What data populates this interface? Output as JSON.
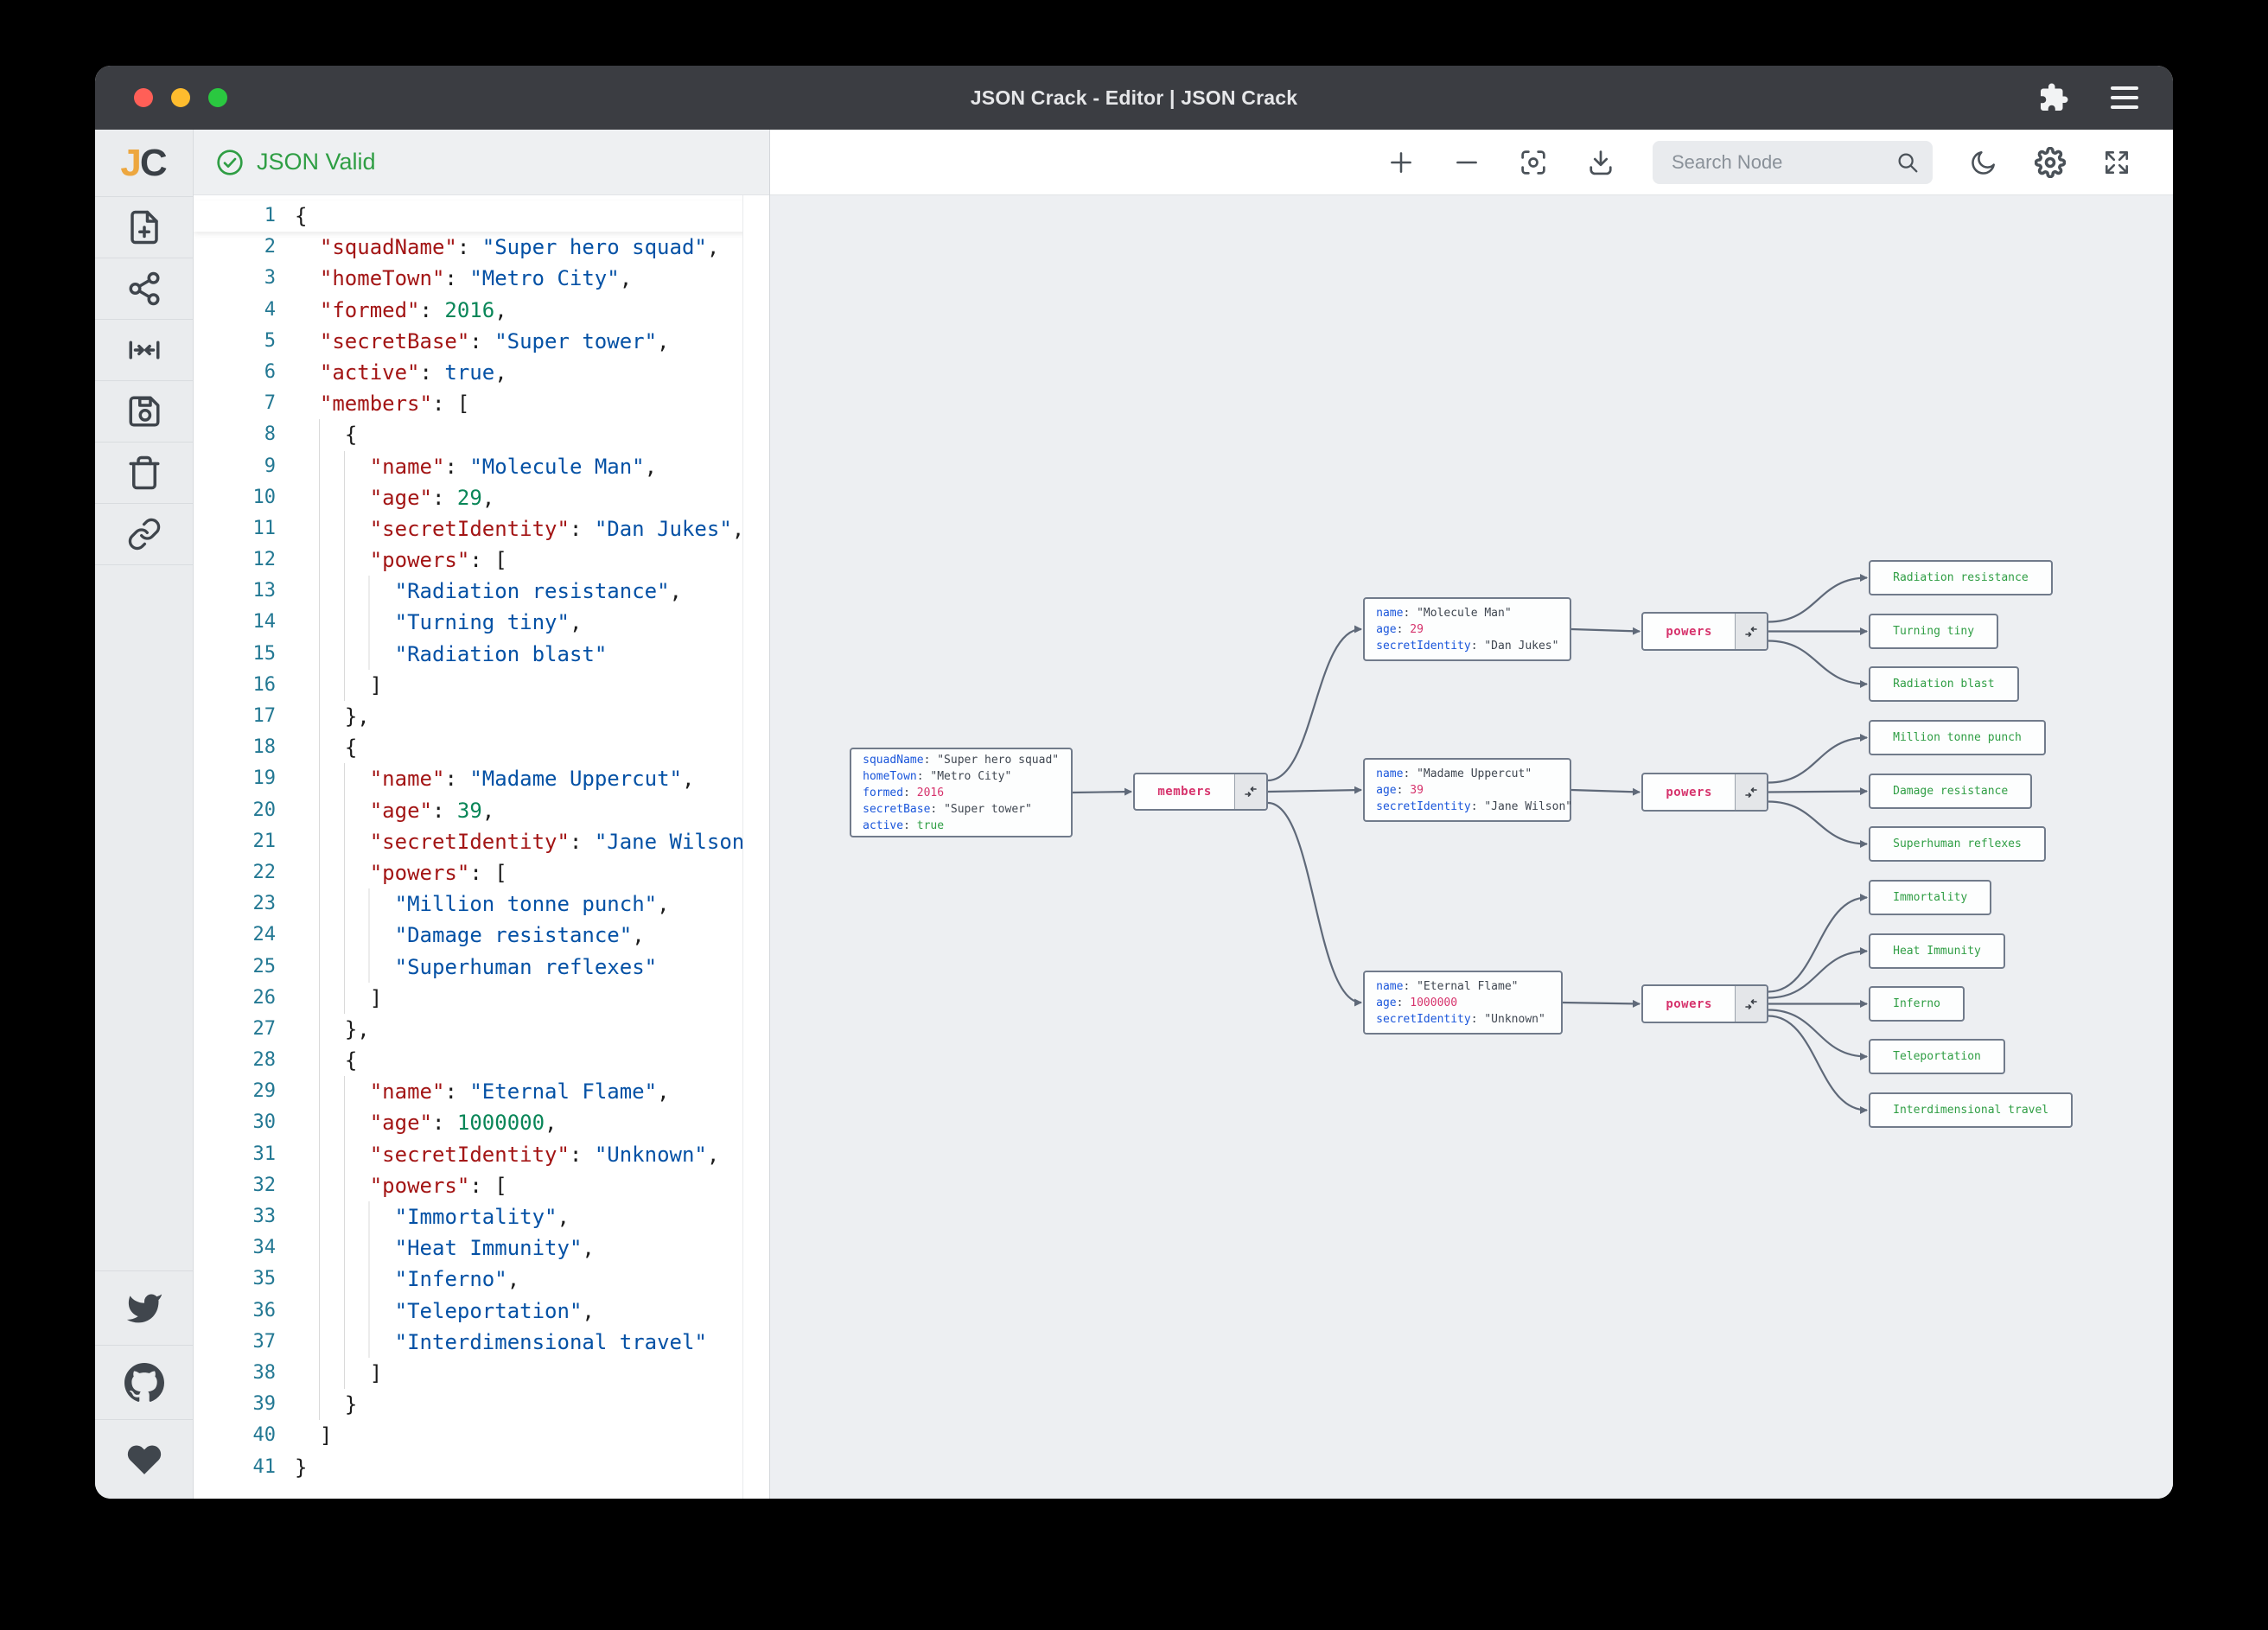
{
  "window": {
    "title": "JSON Crack - Editor | JSON Crack"
  },
  "statusbar": {
    "valid_label": "JSON Valid"
  },
  "toolbar": {
    "search_placeholder": "Search Node"
  },
  "colors": {
    "titlebar": "#3b3d42",
    "accent_green": "#2f9e44",
    "editor_key_red": "#a31515",
    "editor_string_blue": "#0451a5",
    "editor_number_green": "#098658",
    "node_key_blue": "#1a56db",
    "node_number_pink": "#d6336c",
    "node_value_dark": "#3f4650",
    "leaf_green": "#2f9e44",
    "edge_gray": "#5f6979",
    "graph_bg": "#edeff2"
  },
  "editor": {
    "lines": [
      {
        "i": 0,
        "t": [
          [
            "p",
            "{"
          ]
        ]
      },
      {
        "i": 2,
        "t": [
          [
            "k",
            "\"squadName\""
          ],
          [
            "p",
            ": "
          ],
          [
            "s",
            "\"Super hero squad\""
          ],
          [
            "p",
            ","
          ]
        ]
      },
      {
        "i": 2,
        "t": [
          [
            "k",
            "\"homeTown\""
          ],
          [
            "p",
            ": "
          ],
          [
            "s",
            "\"Metro City\""
          ],
          [
            "p",
            ","
          ]
        ]
      },
      {
        "i": 2,
        "t": [
          [
            "k",
            "\"formed\""
          ],
          [
            "p",
            ": "
          ],
          [
            "n",
            "2016"
          ],
          [
            "p",
            ","
          ]
        ]
      },
      {
        "i": 2,
        "t": [
          [
            "k",
            "\"secretBase\""
          ],
          [
            "p",
            ": "
          ],
          [
            "s",
            "\"Super tower\""
          ],
          [
            "p",
            ","
          ]
        ]
      },
      {
        "i": 2,
        "t": [
          [
            "k",
            "\"active\""
          ],
          [
            "p",
            ": "
          ],
          [
            "b",
            "true"
          ],
          [
            "p",
            ","
          ]
        ]
      },
      {
        "i": 2,
        "t": [
          [
            "k",
            "\"members\""
          ],
          [
            "p",
            ": ["
          ]
        ]
      },
      {
        "i": 4,
        "t": [
          [
            "p",
            "{"
          ]
        ]
      },
      {
        "i": 6,
        "t": [
          [
            "k",
            "\"name\""
          ],
          [
            "p",
            ": "
          ],
          [
            "s",
            "\"Molecule Man\""
          ],
          [
            "p",
            ","
          ]
        ]
      },
      {
        "i": 6,
        "t": [
          [
            "k",
            "\"age\""
          ],
          [
            "p",
            ": "
          ],
          [
            "n",
            "29"
          ],
          [
            "p",
            ","
          ]
        ]
      },
      {
        "i": 6,
        "t": [
          [
            "k",
            "\"secretIdentity\""
          ],
          [
            "p",
            ": "
          ],
          [
            "s",
            "\"Dan Jukes\""
          ],
          [
            "p",
            ","
          ]
        ]
      },
      {
        "i": 6,
        "t": [
          [
            "k",
            "\"powers\""
          ],
          [
            "p",
            ": ["
          ]
        ]
      },
      {
        "i": 8,
        "t": [
          [
            "s",
            "\"Radiation resistance\""
          ],
          [
            "p",
            ","
          ]
        ]
      },
      {
        "i": 8,
        "t": [
          [
            "s",
            "\"Turning tiny\""
          ],
          [
            "p",
            ","
          ]
        ]
      },
      {
        "i": 8,
        "t": [
          [
            "s",
            "\"Radiation blast\""
          ]
        ]
      },
      {
        "i": 6,
        "t": [
          [
            "p",
            "]"
          ]
        ]
      },
      {
        "i": 4,
        "t": [
          [
            "p",
            "},"
          ]
        ]
      },
      {
        "i": 4,
        "t": [
          [
            "p",
            "{"
          ]
        ]
      },
      {
        "i": 6,
        "t": [
          [
            "k",
            "\"name\""
          ],
          [
            "p",
            ": "
          ],
          [
            "s",
            "\"Madame Uppercut\""
          ],
          [
            "p",
            ","
          ]
        ]
      },
      {
        "i": 6,
        "t": [
          [
            "k",
            "\"age\""
          ],
          [
            "p",
            ": "
          ],
          [
            "n",
            "39"
          ],
          [
            "p",
            ","
          ]
        ]
      },
      {
        "i": 6,
        "t": [
          [
            "k",
            "\"secretIdentity\""
          ],
          [
            "p",
            ": "
          ],
          [
            "s",
            "\"Jane Wilson\""
          ],
          [
            "p",
            ","
          ]
        ]
      },
      {
        "i": 6,
        "t": [
          [
            "k",
            "\"powers\""
          ],
          [
            "p",
            ": ["
          ]
        ]
      },
      {
        "i": 8,
        "t": [
          [
            "s",
            "\"Million tonne punch\""
          ],
          [
            "p",
            ","
          ]
        ]
      },
      {
        "i": 8,
        "t": [
          [
            "s",
            "\"Damage resistance\""
          ],
          [
            "p",
            ","
          ]
        ]
      },
      {
        "i": 8,
        "t": [
          [
            "s",
            "\"Superhuman reflexes\""
          ]
        ]
      },
      {
        "i": 6,
        "t": [
          [
            "p",
            "]"
          ]
        ]
      },
      {
        "i": 4,
        "t": [
          [
            "p",
            "},"
          ]
        ]
      },
      {
        "i": 4,
        "t": [
          [
            "p",
            "{"
          ]
        ]
      },
      {
        "i": 6,
        "t": [
          [
            "k",
            "\"name\""
          ],
          [
            "p",
            ": "
          ],
          [
            "s",
            "\"Eternal Flame\""
          ],
          [
            "p",
            ","
          ]
        ]
      },
      {
        "i": 6,
        "t": [
          [
            "k",
            "\"age\""
          ],
          [
            "p",
            ": "
          ],
          [
            "n",
            "1000000"
          ],
          [
            "p",
            ","
          ]
        ]
      },
      {
        "i": 6,
        "t": [
          [
            "k",
            "\"secretIdentity\""
          ],
          [
            "p",
            ": "
          ],
          [
            "s",
            "\"Unknown\""
          ],
          [
            "p",
            ","
          ]
        ]
      },
      {
        "i": 6,
        "t": [
          [
            "k",
            "\"powers\""
          ],
          [
            "p",
            ": ["
          ]
        ]
      },
      {
        "i": 8,
        "t": [
          [
            "s",
            "\"Immortality\""
          ],
          [
            "p",
            ","
          ]
        ]
      },
      {
        "i": 8,
        "t": [
          [
            "s",
            "\"Heat Immunity\""
          ],
          [
            "p",
            ","
          ]
        ]
      },
      {
        "i": 8,
        "t": [
          [
            "s",
            "\"Inferno\""
          ],
          [
            "p",
            ","
          ]
        ]
      },
      {
        "i": 8,
        "t": [
          [
            "s",
            "\"Teleportation\""
          ],
          [
            "p",
            ","
          ]
        ]
      },
      {
        "i": 8,
        "t": [
          [
            "s",
            "\"Interdimensional travel\""
          ]
        ]
      },
      {
        "i": 6,
        "t": [
          [
            "p",
            "]"
          ]
        ]
      },
      {
        "i": 4,
        "t": [
          [
            "p",
            "}"
          ]
        ]
      },
      {
        "i": 2,
        "t": [
          [
            "p",
            "]"
          ]
        ]
      },
      {
        "i": 0,
        "t": [
          [
            "p",
            "}"
          ]
        ]
      }
    ]
  },
  "graph": {
    "nodes": [
      {
        "id": "root",
        "kind": "object",
        "rows": [
          {
            "k": "squadName",
            "v": "\"Super hero squad\"",
            "t": "s"
          },
          {
            "k": "homeTown",
            "v": "\"Metro City\"",
            "t": "s"
          },
          {
            "k": "formed",
            "v": "2016",
            "t": "n"
          },
          {
            "k": "secretBase",
            "v": "\"Super tower\"",
            "t": "s"
          },
          {
            "k": "active",
            "v": "true",
            "t": "b"
          }
        ]
      },
      {
        "id": "members",
        "kind": "parent",
        "label": "members"
      },
      {
        "id": "m1",
        "kind": "object",
        "rows": [
          {
            "k": "name",
            "v": "\"Molecule Man\"",
            "t": "s"
          },
          {
            "k": "age",
            "v": "29",
            "t": "n"
          },
          {
            "k": "secretIdentity",
            "v": "\"Dan Jukes\"",
            "t": "s"
          }
        ]
      },
      {
        "id": "m2",
        "kind": "object",
        "rows": [
          {
            "k": "name",
            "v": "\"Madame Uppercut\"",
            "t": "s"
          },
          {
            "k": "age",
            "v": "39",
            "t": "n"
          },
          {
            "k": "secretIdentity",
            "v": "\"Jane Wilson\"",
            "t": "s"
          }
        ]
      },
      {
        "id": "m3",
        "kind": "object",
        "rows": [
          {
            "k": "name",
            "v": "\"Eternal Flame\"",
            "t": "s"
          },
          {
            "k": "age",
            "v": "1000000",
            "t": "n"
          },
          {
            "k": "secretIdentity",
            "v": "\"Unknown\"",
            "t": "s"
          }
        ]
      },
      {
        "id": "p1",
        "kind": "parent",
        "label": "powers"
      },
      {
        "id": "p2",
        "kind": "parent",
        "label": "powers"
      },
      {
        "id": "p3",
        "kind": "parent",
        "label": "powers"
      },
      {
        "id": "l1",
        "kind": "leaf",
        "label": "Radiation resistance"
      },
      {
        "id": "l2",
        "kind": "leaf",
        "label": "Turning tiny"
      },
      {
        "id": "l3",
        "kind": "leaf",
        "label": "Radiation blast"
      },
      {
        "id": "l4",
        "kind": "leaf",
        "label": "Million tonne punch"
      },
      {
        "id": "l5",
        "kind": "leaf",
        "label": "Damage resistance"
      },
      {
        "id": "l6",
        "kind": "leaf",
        "label": "Superhuman reflexes"
      },
      {
        "id": "l7",
        "kind": "leaf",
        "label": "Immortality"
      },
      {
        "id": "l8",
        "kind": "leaf",
        "label": "Heat Immunity"
      },
      {
        "id": "l9",
        "kind": "leaf",
        "label": "Inferno"
      },
      {
        "id": "l10",
        "kind": "leaf",
        "label": "Teleportation"
      },
      {
        "id": "l11",
        "kind": "leaf",
        "label": "Interdimensional travel"
      }
    ],
    "edges": [
      {
        "f": "root",
        "t": "members",
        "o": 0
      },
      {
        "f": "members",
        "t": "m1",
        "o": -13
      },
      {
        "f": "members",
        "t": "m2",
        "o": 0
      },
      {
        "f": "members",
        "t": "m3",
        "o": 13
      },
      {
        "f": "m1",
        "t": "p1",
        "o": 0
      },
      {
        "f": "m2",
        "t": "p2",
        "o": 0
      },
      {
        "f": "m3",
        "t": "p3",
        "o": 0
      },
      {
        "f": "p1",
        "t": "l1",
        "o": -11
      },
      {
        "f": "p1",
        "t": "l2",
        "o": 0
      },
      {
        "f": "p1",
        "t": "l3",
        "o": 11
      },
      {
        "f": "p2",
        "t": "l4",
        "o": -11
      },
      {
        "f": "p2",
        "t": "l5",
        "o": 0
      },
      {
        "f": "p2",
        "t": "l6",
        "o": 11
      },
      {
        "f": "p3",
        "t": "l7",
        "o": -14
      },
      {
        "f": "p3",
        "t": "l8",
        "o": -7
      },
      {
        "f": "p3",
        "t": "l9",
        "o": 0
      },
      {
        "f": "p3",
        "t": "l10",
        "o": 7
      },
      {
        "f": "p3",
        "t": "l11",
        "o": 14
      }
    ]
  }
}
